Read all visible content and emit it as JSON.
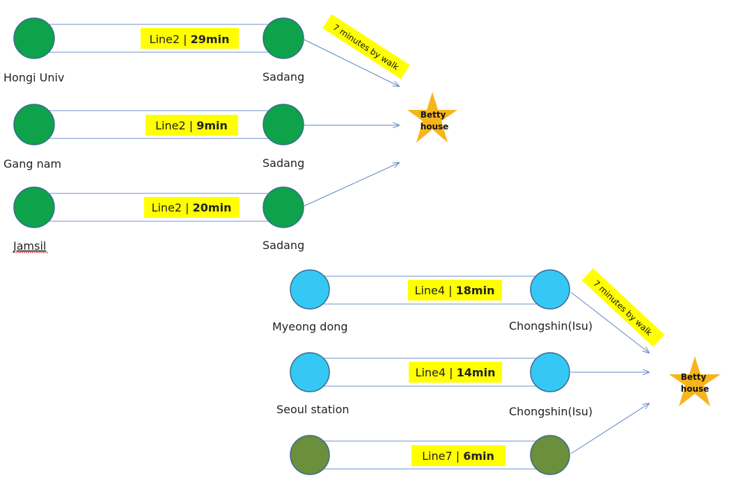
{
  "colors": {
    "line2_station": "#0ea24a",
    "line4_station": "#35c8f4",
    "line7_station": "#6b8f3a",
    "badge_fill": "#ffff00",
    "star_fill": "#f7b51c",
    "arrow": "#5b84c4"
  },
  "routes": [
    {
      "from": "Hongi Univ",
      "to": "Sadang",
      "line": "Line2",
      "time": "29min"
    },
    {
      "from": "Gang nam",
      "to": "Sadang",
      "line": "Line2",
      "time": "9min"
    },
    {
      "from": "Jamsil",
      "to": "Sadang",
      "line": "Line2",
      "time": "20min"
    },
    {
      "from": "Myeong dong",
      "to": "Chongshin(Isu)",
      "line": "Line4",
      "time": "18min"
    },
    {
      "from": "Seoul station",
      "to": "Chongshin(Isu)",
      "line": "Line4",
      "time": "14min"
    },
    {
      "from": "",
      "to": "",
      "line": "Line7",
      "time": "6min"
    }
  ],
  "destinations": [
    {
      "line1": "Betty",
      "line2": "house",
      "icon": "star-icon"
    },
    {
      "line1": "Betty",
      "line2": "house",
      "icon": "star-icon"
    }
  ],
  "walk_notes": [
    "7 minutes by walk",
    "7 minutes by walk"
  ],
  "separator": "|"
}
